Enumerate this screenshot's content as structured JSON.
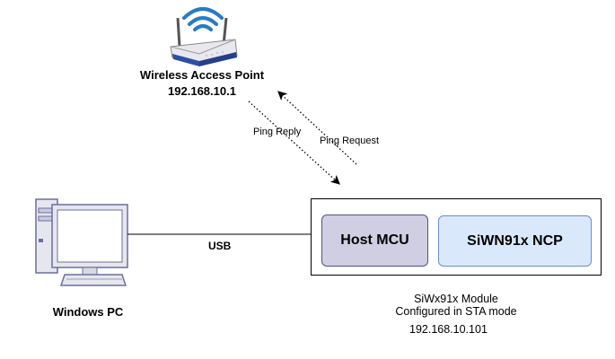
{
  "access_point": {
    "name": "Wireless Access Point",
    "ip": "192.168.10.1",
    "icon": "wifi-router-icon"
  },
  "arrows": {
    "ping_reply": "Ping Reply",
    "ping_request": "Ping Request"
  },
  "connection": {
    "label": "USB"
  },
  "pc": {
    "label": "Windows PC",
    "icon": "desktop-computer-icon"
  },
  "module": {
    "host_mcu": "Host MCU",
    "ncp": "SiWN91x NCP",
    "caption_line1": "SiWx91x Module",
    "caption_line2": "Configured in STA mode",
    "ip": "192.168.10.101"
  },
  "colors": {
    "host_mcu_fill": "#d0cee2",
    "host_mcu_border": "#56517e",
    "ncp_fill": "#dae8fc",
    "ncp_border": "#6c8ebf",
    "router_body": "#2f4f9f",
    "wifi_waves": "#2a7ac0"
  }
}
